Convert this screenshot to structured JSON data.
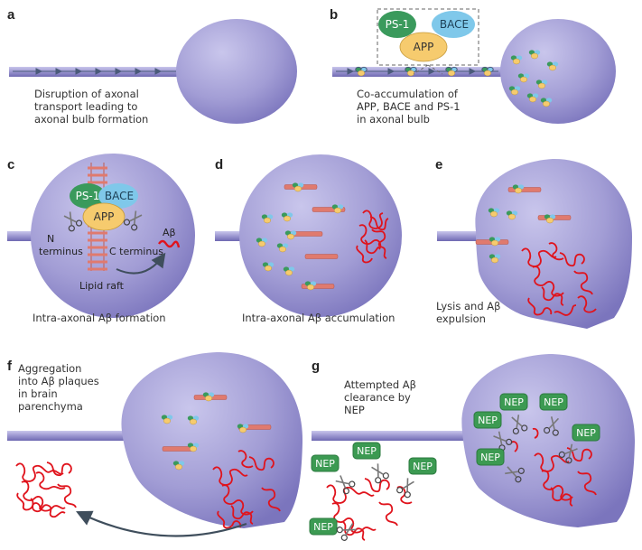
{
  "panels": {
    "a": {
      "label": "a",
      "caption": [
        "Disruption of axonal",
        "transport leading to",
        "axonal bulb formation"
      ]
    },
    "b": {
      "label": "b",
      "caption": [
        "Co-accumulation of",
        "APP, BACE and PS-1",
        "in axonal bulb"
      ]
    },
    "c": {
      "label": "c",
      "caption": [
        "Intra-axonal Aβ formation"
      ]
    },
    "d": {
      "label": "d",
      "caption": [
        "Intra-axonal Aβ accumulation"
      ]
    },
    "e": {
      "label": "e",
      "caption": [
        "Lysis and Aβ",
        "expulsion"
      ]
    },
    "f": {
      "label": "f",
      "caption": [
        "Aggregation",
        "into Aβ plaques",
        "in brain",
        "parenchyma"
      ]
    },
    "g": {
      "label": "g",
      "caption": [
        "Attempted Aβ",
        "clearance by",
        "NEP"
      ]
    }
  },
  "proteins": {
    "ps1": "PS-1",
    "bace": "BACE",
    "app": "APP"
  },
  "panel_c_labels": {
    "n_terminus": [
      "N",
      "terminus"
    ],
    "c_terminus": "C terminus",
    "abeta": "Aβ",
    "lipid_raft": "Lipid raft"
  },
  "enzyme": {
    "label": "NEP"
  },
  "colors": {
    "bulb": "#a8a4d8",
    "bulb_dark": "#7c76bd",
    "ps1": "#3a9a5c",
    "bace": "#7fc8ea",
    "app": "#f6cb6e",
    "abeta": "#e0131c",
    "nep": "#3c9a52",
    "raft": "#e07a6e",
    "arrow": "#3f4e5c"
  },
  "icons": [
    "scissors-icon",
    "curved-arrow-icon",
    "protein-cluster-icon",
    "abeta-aggregate-icon"
  ]
}
